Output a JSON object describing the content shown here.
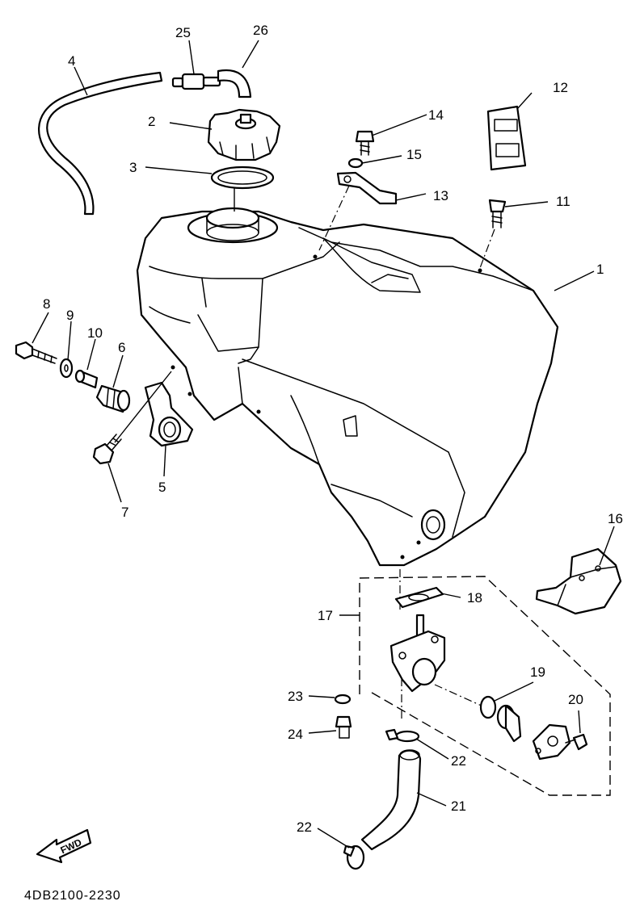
{
  "callouts": {
    "c1": "1",
    "c2": "2",
    "c3": "3",
    "c4": "4",
    "c5": "5",
    "c6": "6",
    "c7": "7",
    "c8": "8",
    "c9": "9",
    "c10": "10",
    "c11": "11",
    "c12": "12",
    "c13": "13",
    "c14": "14",
    "c15": "15",
    "c16": "16",
    "c17": "17",
    "c18": "18",
    "c19": "19",
    "c20": "20",
    "c21": "21",
    "c22a": "22",
    "c22b": "22",
    "c23": "23",
    "c24": "24",
    "c25": "25",
    "c26": "26"
  },
  "fwd_label": "FWD",
  "diagram_code": "4DB2100-2230"
}
